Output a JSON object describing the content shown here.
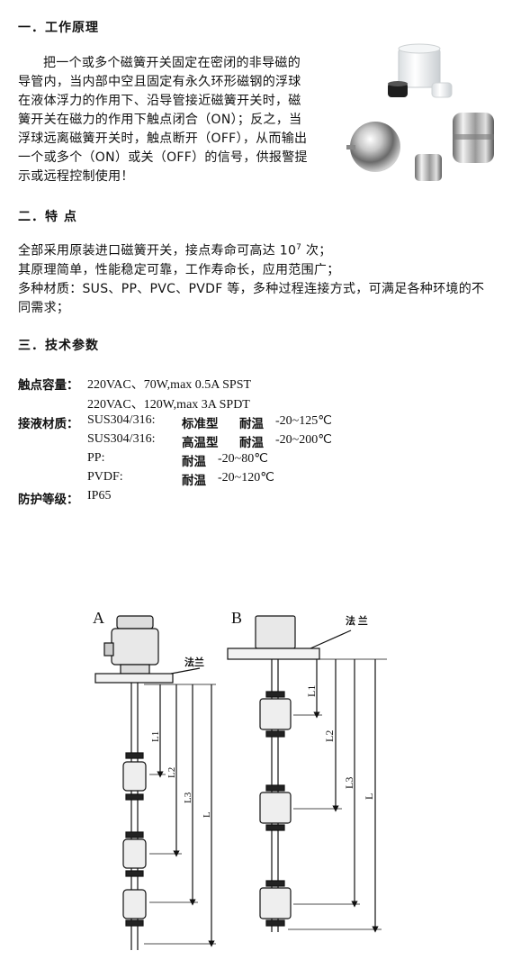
{
  "section1": {
    "heading": "一．工作原理",
    "lines": [
      "把一个或多个磁簧开关固定在密闭的非导磁的",
      "导管内，当内部中空且固定有永久环形磁钢的浮球",
      "在液体浮力的作用下、沿导管接近磁簧开关时，磁",
      "簧开关在磁力的作用下触点闭合（ON）；反之，当",
      "浮球远离磁簧开关时，触点断开（OFF），从而输出",
      "一个或多个（ON）或关（OFF）的信号，供报警提",
      "示或远程控制使用！"
    ]
  },
  "section2": {
    "heading": "二．特 点",
    "line1_pre": "全部采用原装进口磁簧开关，接点寿命可高达 10",
    "line1_sup": "7",
    "line1_post": " 次；",
    "line2": "其原理简单，性能稳定可靠，工作寿命长，应用范围广；",
    "line3": "多种材质：SUS、PP、PVC、PVDF 等，多种过程连接方式，可满足各种环境的不",
    "line4": "同需求；"
  },
  "section3": {
    "heading": "三．技术参数",
    "contact_label": "触点容量：",
    "contact_1": "220VAC、70W,max 0.5A SPST",
    "contact_2": "220VAC、120W,max 3A SPDT",
    "material_label": "接液材质：",
    "materials": [
      {
        "name": "SUS304/316:",
        "type": "标准型",
        "temp_label": "耐温",
        "temp": "-20~125℃"
      },
      {
        "name": "SUS304/316:",
        "type": "高温型",
        "temp_label": "耐温",
        "temp": "-20~200℃"
      },
      {
        "name": "PP:",
        "type": "",
        "temp_label": "耐温",
        "temp": "-20~80℃"
      },
      {
        "name": "PVDF:",
        "type": "",
        "temp_label": "耐温",
        "temp": "-20~120℃"
      }
    ],
    "protection_label": "防护等级：",
    "protection": "IP65"
  },
  "diagram": {
    "label_a": "A",
    "label_b": "B",
    "flange_a": "法兰",
    "flange_b": "法 兰",
    "dims": [
      "L1",
      "L2",
      "L3",
      "L"
    ]
  }
}
